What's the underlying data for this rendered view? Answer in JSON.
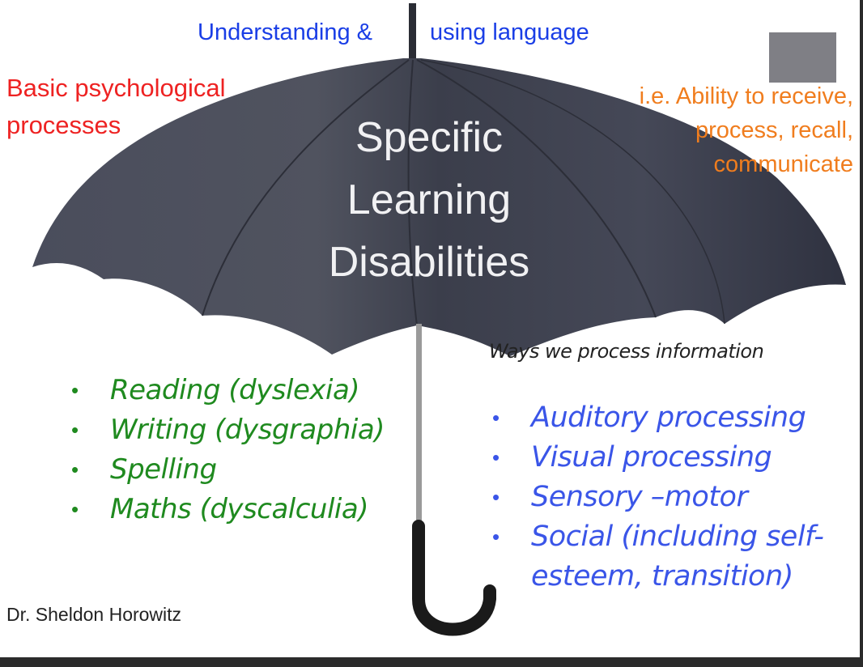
{
  "top_label_left": "Understanding &",
  "top_label_right": "using language",
  "basic_label": [
    "Basic psychological",
    "processes"
  ],
  "ability_label": [
    "i.e. Ability to receive,",
    "process, recall,",
    "communicate"
  ],
  "title": [
    "Specific",
    "Learning",
    "Disabilities"
  ],
  "ways_note": "Ways we process information",
  "academic_areas": [
    "Reading (dyslexia)",
    "Writing (dysgraphia)",
    "Spelling",
    "Maths (dyscalculia)"
  ],
  "processing_areas": [
    "Auditory processing",
    "Visual processing",
    "Sensory –motor",
    "Social (including self-"
  ],
  "processing_continuation": "esteem, transition)",
  "bullet_char": "•",
  "credit": "Dr. Sheldon Horowitz",
  "colors": {
    "blue": "#1a3ee6",
    "red": "#ee2222",
    "orange": "#f07d1e",
    "green": "#1f8a1f",
    "canopy": "#3e4150"
  }
}
